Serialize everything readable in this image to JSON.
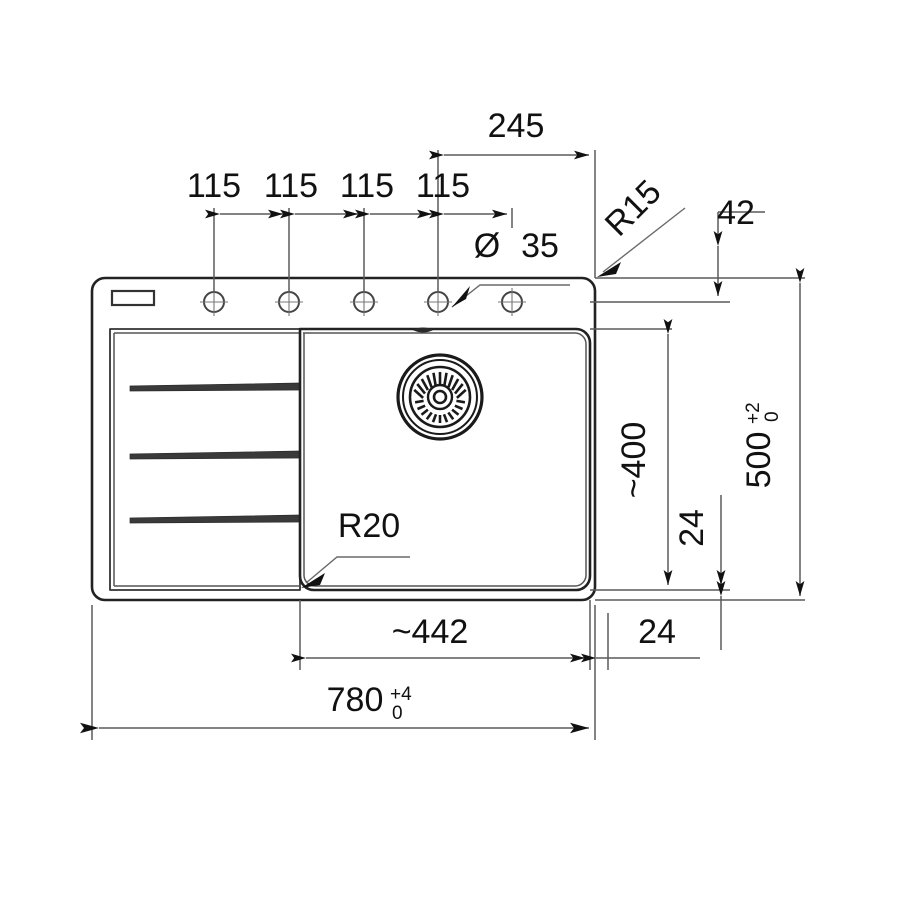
{
  "drawing": {
    "title": "Kitchen sink dimensional drawing",
    "units": "mm",
    "view": "top plan view",
    "line_color": "#222222",
    "dim_color": "#5a5a5a",
    "text_color": "#111111",
    "background": "#ffffff"
  },
  "dimensions": {
    "tap_hole_spacing": [
      {
        "id": "spacing-1",
        "label": "115"
      },
      {
        "id": "spacing-2",
        "label": "115"
      },
      {
        "id": "spacing-3",
        "label": "115"
      },
      {
        "id": "spacing-4",
        "label": "115"
      }
    ],
    "top_offset": {
      "label": "245"
    },
    "hole_diameter": {
      "symbol": "Ø",
      "label": "35"
    },
    "corner_radius_outer": {
      "label": "R15"
    },
    "corner_radius_bowl": {
      "label": "R20"
    },
    "ledge_top": {
      "label": "42"
    },
    "bowl_height": {
      "label": "~400"
    },
    "ledge_bottom": {
      "label": "24"
    },
    "ledge_right": {
      "label": "24"
    },
    "overall_height": {
      "nominal": "500",
      "tol_upper": "+2",
      "tol_lower": "0"
    },
    "bowl_width": {
      "label": "~442"
    },
    "overall_width": {
      "nominal": "780",
      "tol_upper": "+4",
      "tol_lower": "0"
    }
  },
  "features": {
    "tap_holes_count": 5,
    "drainboard_grooves_count": 3,
    "drain_label": "drain-strainer",
    "badge_label": "brand-badge"
  }
}
